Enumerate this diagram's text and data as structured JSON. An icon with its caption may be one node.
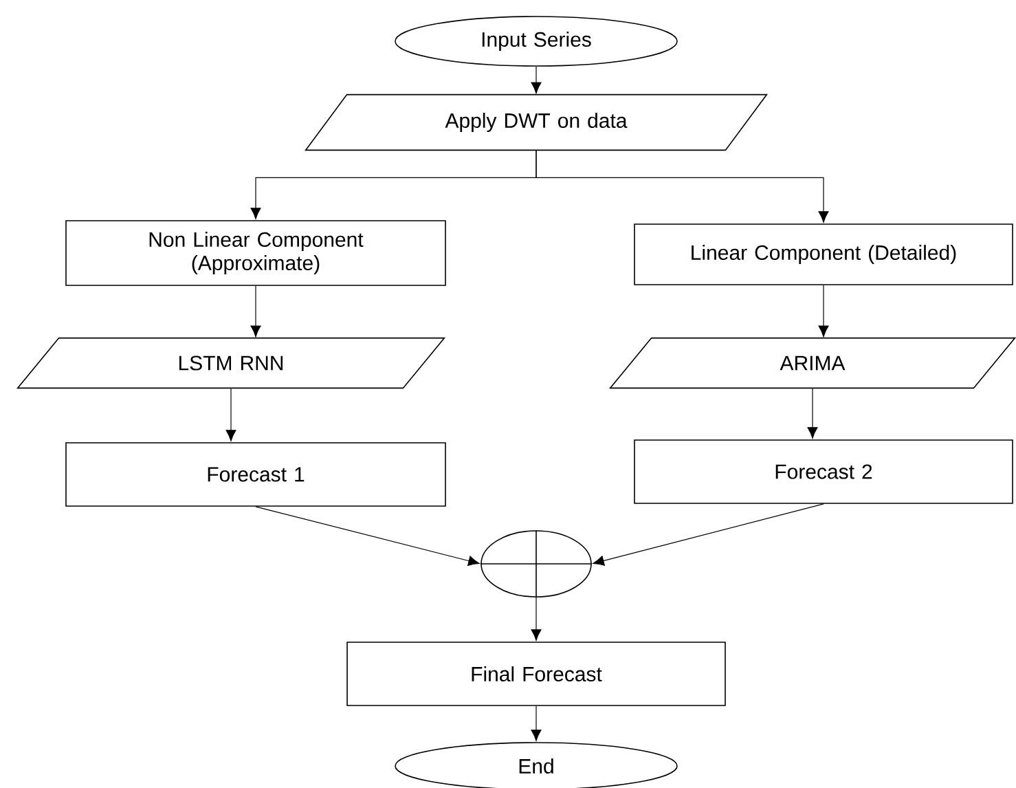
{
  "diagram": {
    "nodes": [
      {
        "text": [
          "Input Series"
        ]
      },
      {
        "text": [
          "Apply DWT on data"
        ]
      },
      {
        "text": [
          "Non Linear Component (Approximate)"
        ]
      },
      {
        "text": [
          "Linear Component (Detailed)"
        ]
      },
      {
        "text": [
          "LSTM RNN"
        ]
      },
      {
        "text": [
          "ARIMA"
        ]
      },
      {
        "text": [
          "Forecast 1"
        ]
      },
      {
        "text": [
          "Forecast 2"
        ]
      },
      {
        "text": [],
        "shape": "circle"
      },
      {
        "text": [
          "Final Forecast"
        ]
      },
      {
        "text": [
          "End"
        ]
      }
    ],
    "edges": [
      {
        "from": 0,
        "to": 1,
        "arrow": "to"
      },
      {
        "from": 1,
        "to": 2,
        "arrow": "to"
      },
      {
        "from": 1,
        "to": 3,
        "arrow": "to"
      },
      {
        "from": 2,
        "to": 4,
        "arrow": "to"
      },
      {
        "from": 3,
        "to": 5,
        "arrow": "to"
      },
      {
        "from": 4,
        "to": 6,
        "arrow": "to"
      },
      {
        "from": 5,
        "to": 7,
        "arrow": "to"
      },
      {
        "from": 6,
        "to": 8,
        "arrow": "to"
      },
      {
        "from": 7,
        "to": 8,
        "arrow": "to"
      },
      {
        "from": 8,
        "to": 9,
        "arrow": "to"
      },
      {
        "from": 9,
        "to": 10,
        "arrow": "to"
      }
    ]
  }
}
